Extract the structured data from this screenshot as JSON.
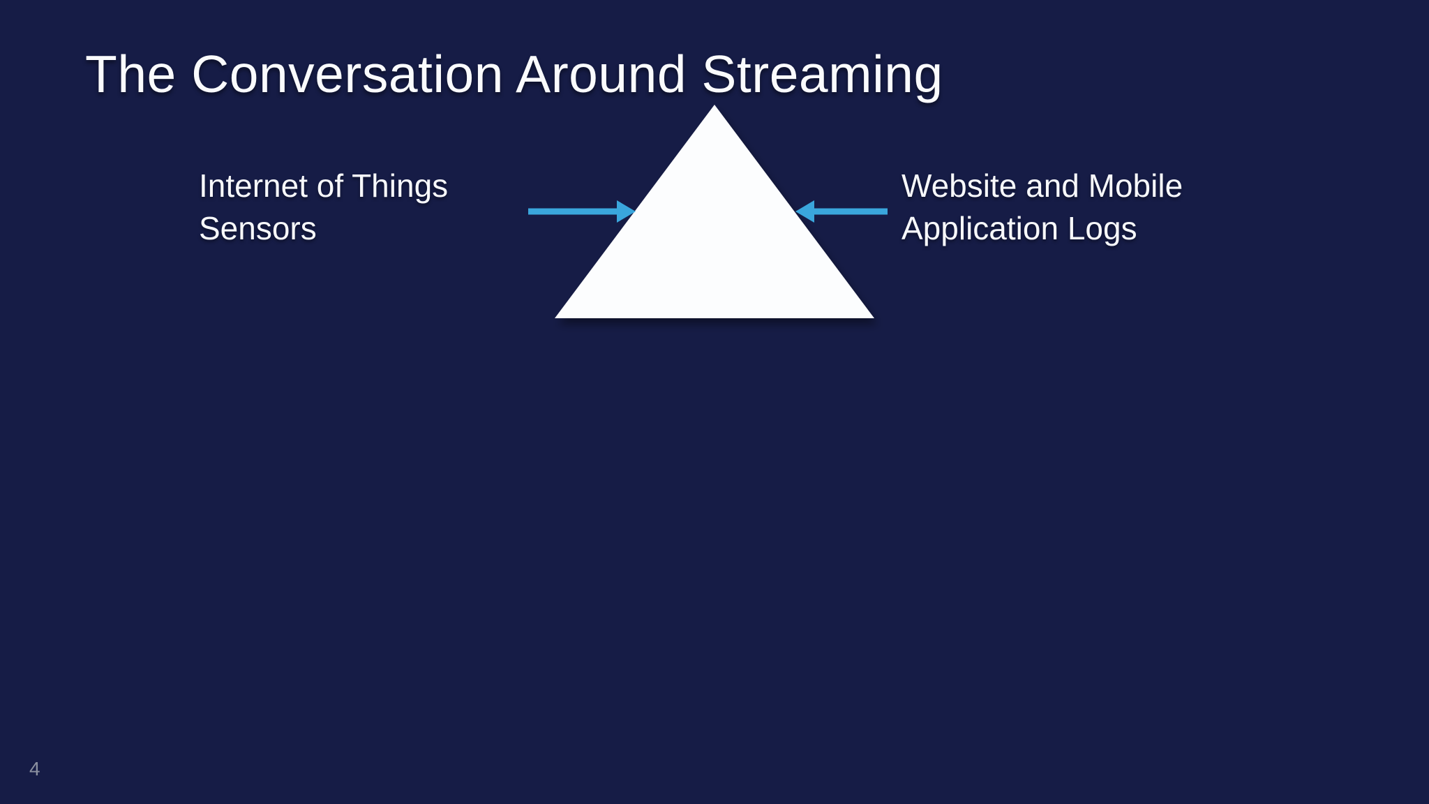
{
  "slide": {
    "title": "The Conversation Around Streaming",
    "page_number": "4",
    "colors": {
      "background": "#161c46",
      "accent_arrow": "#3aa6dc",
      "shape_fill": "#fcfdfe",
      "title_text": "#fafbfd",
      "page_number_text": "#8b90a0"
    },
    "diagram": {
      "shape": "pyramid-triangle",
      "left_label": {
        "line1": "Internet of Things",
        "line2": "Sensors"
      },
      "right_label": {
        "line1": "Website and Mobile",
        "line2": "Application Logs"
      }
    }
  }
}
